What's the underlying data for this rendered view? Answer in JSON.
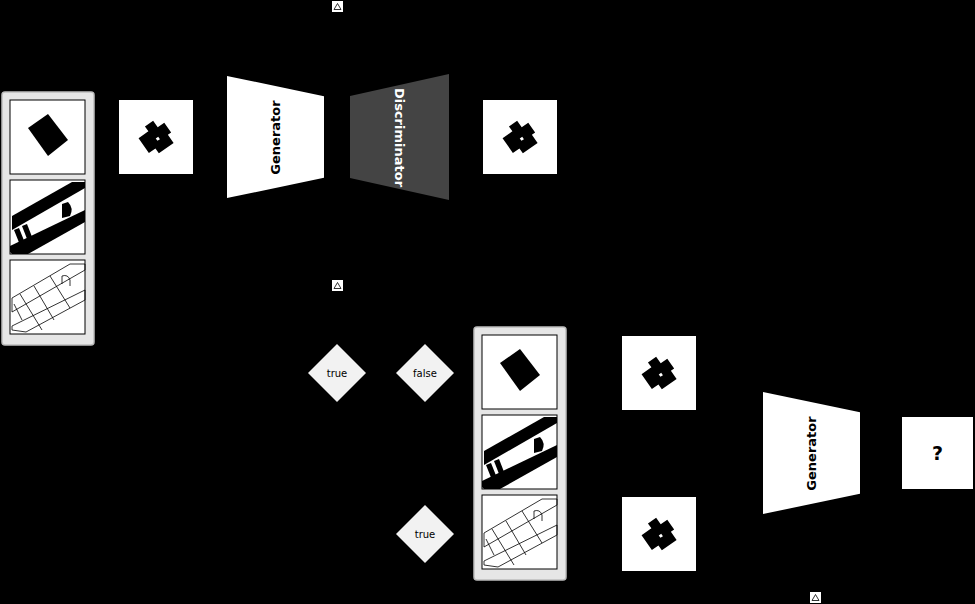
{
  "diagram": {
    "nodes": [
      {
        "text": [
          "Generator"
        ]
      },
      {
        "text": [
          "Discriminator"
        ]
      },
      {
        "text": [
          "true"
        ]
      },
      {
        "text": [
          "false"
        ]
      },
      {
        "text": [
          "true"
        ]
      },
      {
        "text": [
          "Generator"
        ]
      },
      {
        "text": [
          "?"
        ]
      }
    ]
  }
}
